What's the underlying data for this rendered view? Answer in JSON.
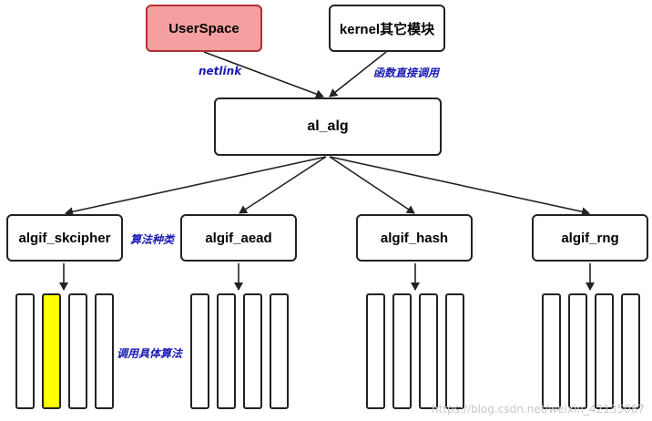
{
  "nodes": {
    "userspace": "UserSpace",
    "kernel_other": "kernel其它模块",
    "al_alg": "al_alg",
    "skcipher": "algif_skcipher",
    "aead": "algif_aead",
    "hash": "algif_hash",
    "rng": "algif_rng"
  },
  "edge_labels": {
    "netlink": "netlink",
    "direct_call": "函数直接调用",
    "alg_types": "算法种类",
    "call_specific": "调用具体算法"
  },
  "watermark": "https://blog.csdn.net/weixin_42135087",
  "colors": {
    "userspace_fill": "#f4a0a0",
    "highlight_fill": "#ffff00",
    "label_color": "#1a1ab4"
  }
}
